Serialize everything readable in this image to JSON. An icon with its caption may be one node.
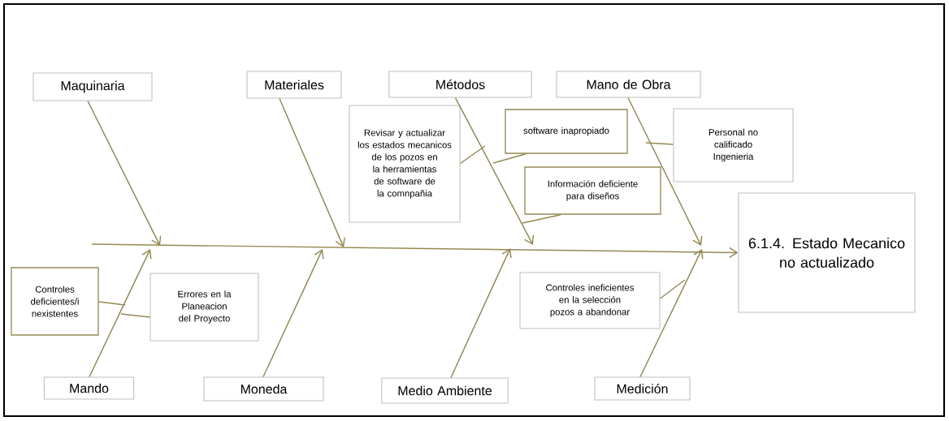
{
  "diagram": {
    "nodes": [
      {
        "text": [
          "Maquinaria"
        ]
      },
      {
        "text": [
          "Materiales"
        ]
      },
      {
        "text": [
          "Métodos"
        ]
      },
      {
        "text": [
          "Mano de Obra"
        ]
      },
      {
        "text": [
          "Revisar y actualizar los estados mecanicos de los pozos en la herramientas de software de la comnpañia"
        ]
      },
      {
        "text": [
          "software inapropiado"
        ]
      },
      {
        "text": [
          "Personal no calificado Ingenieria"
        ]
      },
      {
        "text": [
          "Información deficiente para diseños"
        ]
      },
      {
        "text": [
          "6.1.4. Estado Mecanico no actualizado"
        ]
      },
      {
        "text": [
          "Controles deficientes/i nexistentes"
        ]
      },
      {
        "text": [
          "Errores en la Planeacion del Proyecto"
        ]
      },
      {
        "text": [
          "Controles ineficientes en la selección pozos a abandonar"
        ]
      },
      {
        "text": [
          "Mando"
        ]
      },
      {
        "text": [
          "Moneda"
        ]
      },
      {
        "text": [
          "Medio Ambiente"
        ]
      },
      {
        "text": [
          "Medición"
        ]
      }
    ],
    "edges": [
      {
        "from": null,
        "to": 8,
        "arrow": "to"
      },
      {
        "from": 0,
        "to": null,
        "arrow": "to"
      },
      {
        "from": 1,
        "to": null,
        "arrow": "to"
      },
      {
        "from": 2,
        "to": null,
        "arrow": "to"
      },
      {
        "from": 3,
        "to": null,
        "arrow": "to"
      },
      {
        "from": 12,
        "to": null,
        "arrow": "to"
      },
      {
        "from": 13,
        "to": null,
        "arrow": "to"
      },
      {
        "from": 14,
        "to": null,
        "arrow": "to"
      },
      {
        "from": 15,
        "to": null,
        "arrow": "to"
      },
      {
        "from": 4,
        "to": null,
        "arrow": "none"
      },
      {
        "from": 5,
        "to": null,
        "arrow": "none"
      },
      {
        "from": 7,
        "to": null,
        "arrow": "none"
      },
      {
        "from": 6,
        "to": null,
        "arrow": "none"
      },
      {
        "from": 9,
        "to": null,
        "arrow": "none"
      },
      {
        "from": 10,
        "to": null,
        "arrow": "none"
      },
      {
        "from": 11,
        "to": null,
        "arrow": "none"
      }
    ]
  }
}
